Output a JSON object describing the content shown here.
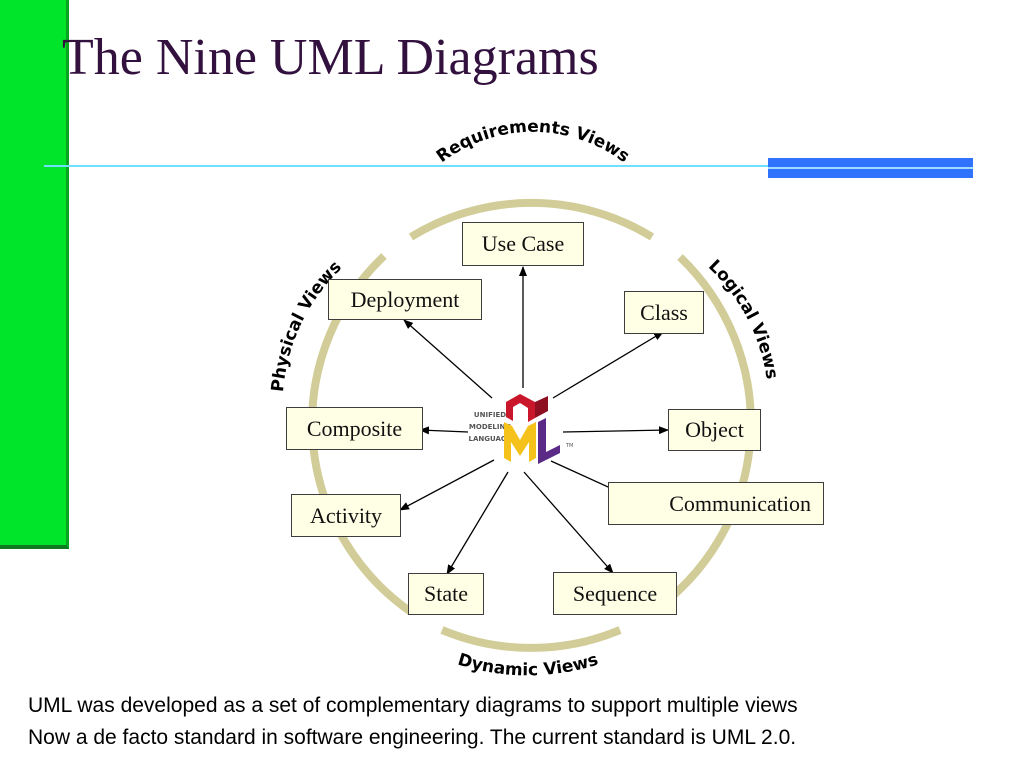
{
  "title": "The Nine UML Diagrams",
  "views": {
    "requirements": "Requirements Views",
    "logical": "Logical Views",
    "physical": "Physical Views",
    "dynamic": "Dynamic Views"
  },
  "diagrams": {
    "use_case": "Use Case",
    "deployment": "Deployment",
    "class": "Class",
    "composite": "Composite",
    "object": "Object",
    "communication": "Communication",
    "activity": "Activity",
    "state": "State",
    "sequence": "Sequence"
  },
  "logo": {
    "line1": "UNIFIED",
    "line2": "MODELING",
    "line3": "LANGUAGE",
    "tm": "TM"
  },
  "footer": {
    "line1": "UML was developed as a set of complementary diagrams to support multiple views",
    "line2": "Now a de facto standard in software engineering. The current standard is UML 2.0."
  },
  "colors": {
    "accent_green": "#00e52a",
    "title_color": "#33113f",
    "ring_color": "#d2cd98",
    "rule_blue": "#2f73ff"
  }
}
